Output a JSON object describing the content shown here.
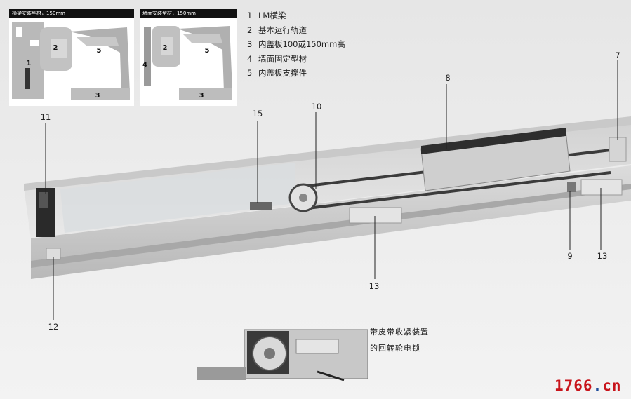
{
  "insets": [
    {
      "caption": "横梁安装型材，150mm",
      "labels": [
        "1",
        "2",
        "5",
        "3"
      ]
    },
    {
      "caption": "墙面安装型材，150mm",
      "labels": [
        "4",
        "2",
        "5",
        "3"
      ]
    }
  ],
  "legend": [
    {
      "number": "1",
      "text": "LM横梁"
    },
    {
      "number": "2",
      "text": "基本运行轨道"
    },
    {
      "number": "3",
      "text": "内盖板100或150mm高"
    },
    {
      "number": "4",
      "text": "墙面固定型材"
    },
    {
      "number": "5",
      "text": "内盖板支撑件"
    }
  ],
  "callouts": {
    "c7": "7",
    "c8": "8",
    "c9": "9",
    "c10": "10",
    "c11": "11",
    "c12": "12",
    "c13a": "13",
    "c13b": "13",
    "c15": "15"
  },
  "bottom_caption": {
    "line1": "带皮带收紧装置",
    "line2": "的回转轮电锁"
  },
  "watermark": {
    "text1": "1766",
    "dot": ".",
    "text2": "cn"
  }
}
